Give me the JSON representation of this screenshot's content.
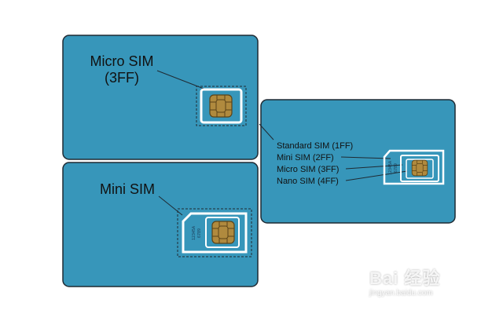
{
  "colors": {
    "card": "#3796ba",
    "card_border": "#1f2a33",
    "chip": "#b08a3e",
    "chip_dark": "#5a4318",
    "cutout": "#ffffff"
  },
  "card_micro": {
    "title_line1": "Micro SIM",
    "title_line2": "(3FF)"
  },
  "card_mini": {
    "title": "Mini SIM",
    "serial_line1": "12345A",
    "serial_line2": "6789"
  },
  "card_standard": {
    "labels": [
      "Standard SIM (1FF)",
      "Mini SIM (2FF)",
      "Micro SIM (3FF)",
      "Nano SIM (4FF)"
    ],
    "serial_line1": "12345A",
    "serial_line2": "6789"
  },
  "watermark": {
    "brand": "Bai 经验",
    "url": "jingyan.baidu.com"
  }
}
